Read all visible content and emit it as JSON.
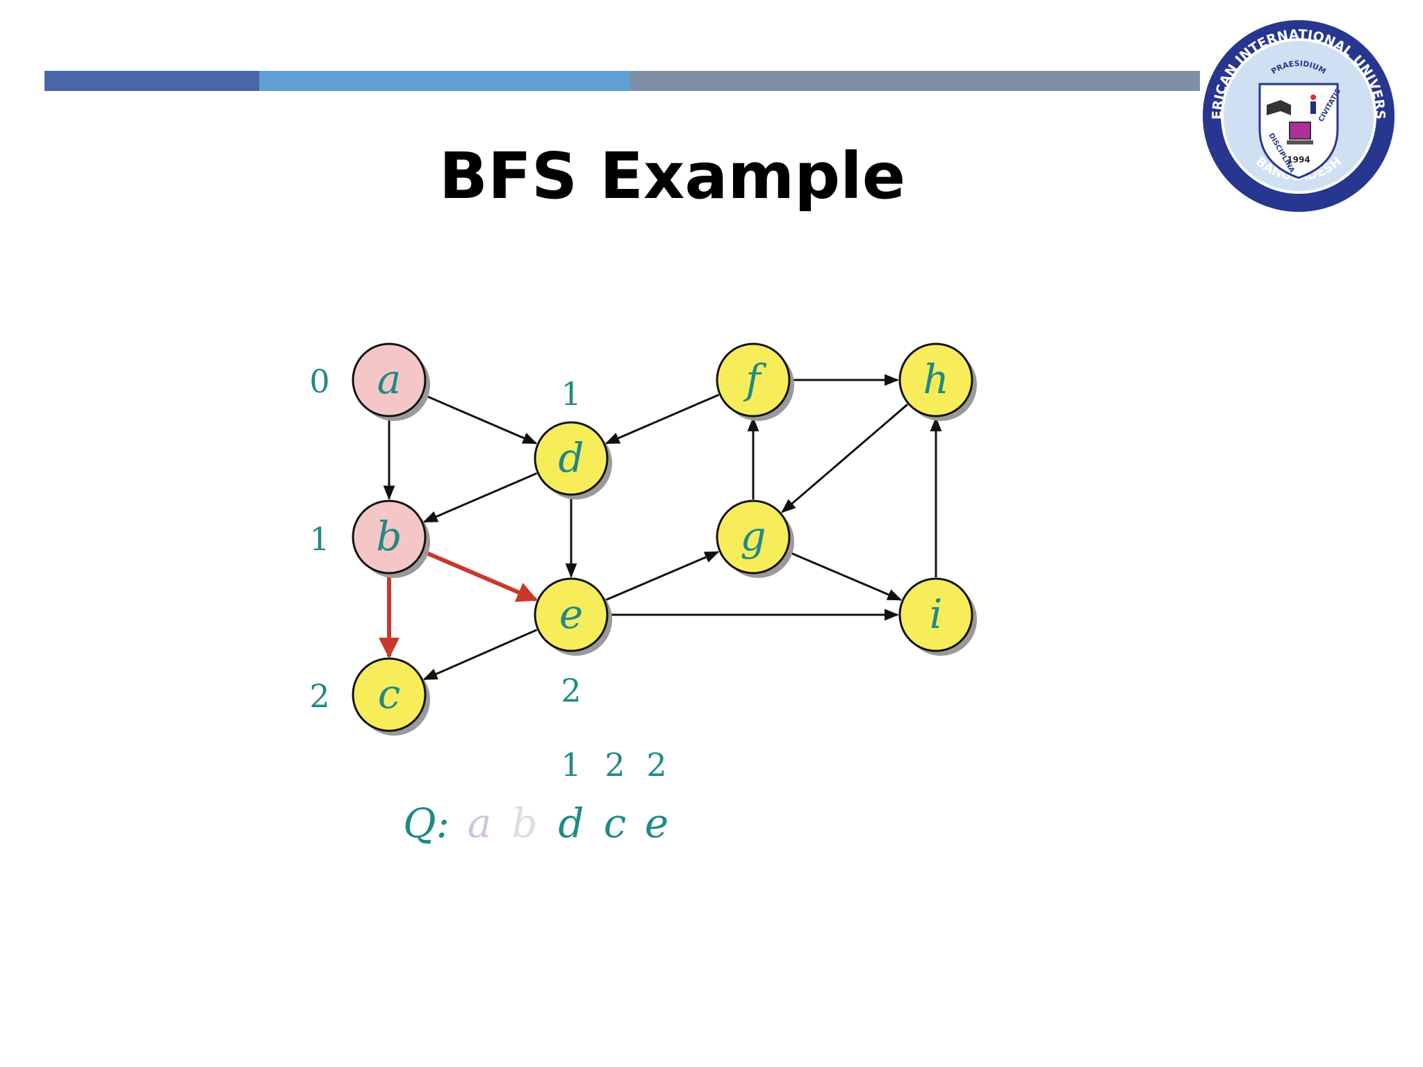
{
  "slide": {
    "title": "BFS Example"
  },
  "logo": {
    "ring_top_text": "AMERICAN INTERNATIONAL UNIVERSITY",
    "motto_top": "PRAESIDIUM",
    "motto_left": "DISCIPLINA",
    "motto_right": "CIVITATIS",
    "year": "1994",
    "ring_bottom_text": "BANGLADESH"
  },
  "colors": {
    "visited_node": "#f4c6c6",
    "unvisited_node": "#f7ec5a",
    "highlight_edge": "#c8392b",
    "label_teal": "#1f8a86"
  },
  "graph": {
    "nodes": [
      {
        "id": "a",
        "label": "a",
        "state": "visited"
      },
      {
        "id": "b",
        "label": "b",
        "state": "visited"
      },
      {
        "id": "c",
        "label": "c",
        "state": "unvisited"
      },
      {
        "id": "d",
        "label": "d",
        "state": "unvisited"
      },
      {
        "id": "e",
        "label": "e",
        "state": "unvisited"
      },
      {
        "id": "f",
        "label": "f",
        "state": "unvisited"
      },
      {
        "id": "g",
        "label": "g",
        "state": "unvisited"
      },
      {
        "id": "h",
        "label": "h",
        "state": "unvisited"
      },
      {
        "id": "i",
        "label": "i",
        "state": "unvisited"
      }
    ],
    "edges": [
      {
        "from": "a",
        "to": "d",
        "highlight": false
      },
      {
        "from": "a",
        "to": "b",
        "highlight": false
      },
      {
        "from": "f",
        "to": "d",
        "highlight": false
      },
      {
        "from": "f",
        "to": "h",
        "highlight": false
      },
      {
        "from": "d",
        "to": "b",
        "highlight": false
      },
      {
        "from": "d",
        "to": "e",
        "highlight": false
      },
      {
        "from": "b",
        "to": "e",
        "highlight": true
      },
      {
        "from": "b",
        "to": "c",
        "highlight": true
      },
      {
        "from": "g",
        "to": "f",
        "highlight": false
      },
      {
        "from": "h",
        "to": "g",
        "highlight": false
      },
      {
        "from": "e",
        "to": "g",
        "highlight": false
      },
      {
        "from": "g",
        "to": "i",
        "highlight": false
      },
      {
        "from": "e",
        "to": "i",
        "highlight": false
      },
      {
        "from": "e",
        "to": "c",
        "highlight": false
      },
      {
        "from": "i",
        "to": "h",
        "highlight": false
      }
    ],
    "distances": {
      "a": "0",
      "b": "1",
      "c": "2",
      "d": "1",
      "e": "2"
    }
  },
  "queue": {
    "label": "Q:",
    "items": [
      {
        "name": "a",
        "distance": "",
        "dequeued": true
      },
      {
        "name": "b",
        "distance": "",
        "dequeued": true
      },
      {
        "name": "d",
        "distance": "1",
        "dequeued": false
      },
      {
        "name": "c",
        "distance": "2",
        "dequeued": false
      },
      {
        "name": "e",
        "distance": "2",
        "dequeued": false
      }
    ]
  }
}
